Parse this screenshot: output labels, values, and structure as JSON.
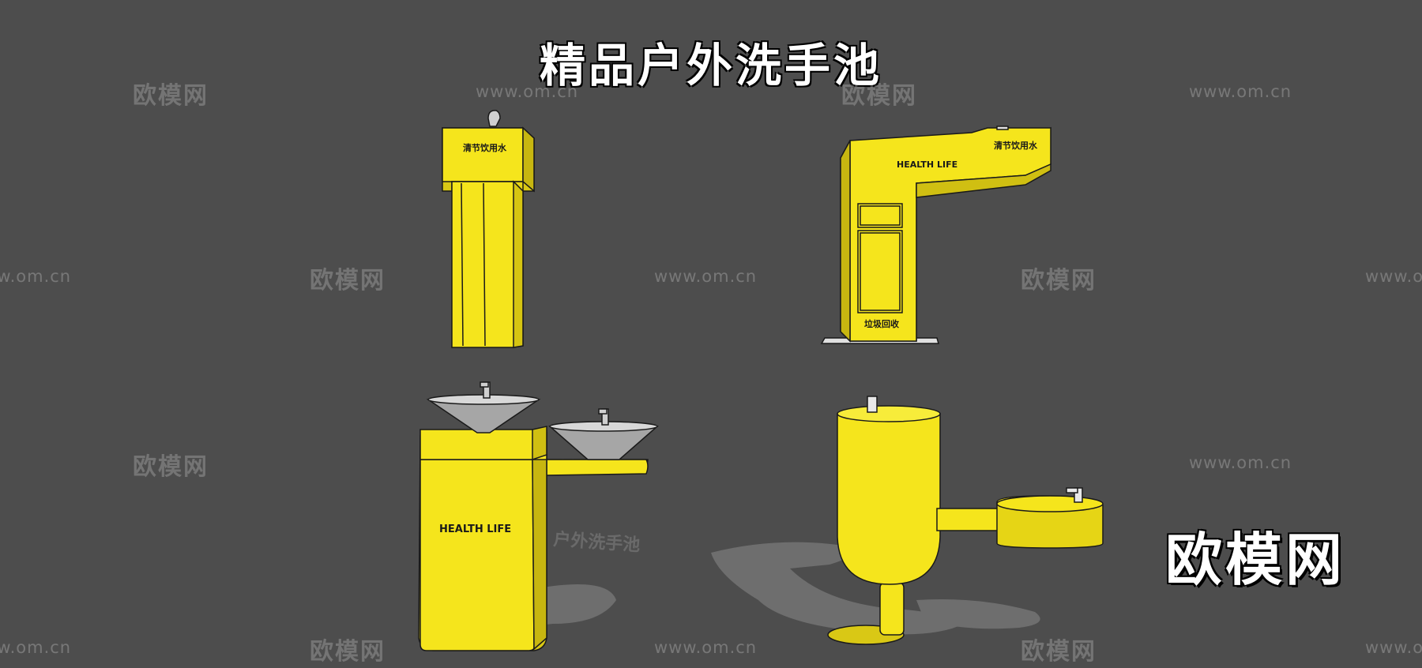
{
  "title": "精品户外洗手池",
  "watermark_brand": "欧模网",
  "watermark_url": "www.om.cn",
  "brand_logo": "欧模网",
  "labels": {
    "health_life": "HEALTH LIFE",
    "drink_water": "清节饮用水",
    "trash": "垃圾回收",
    "shadow_text": "户外洗手池"
  },
  "colors": {
    "background": "#4d4d4d",
    "body_yellow": "#f5e51c",
    "body_shade": "#d9c815",
    "outline": "#1a1a1a"
  }
}
